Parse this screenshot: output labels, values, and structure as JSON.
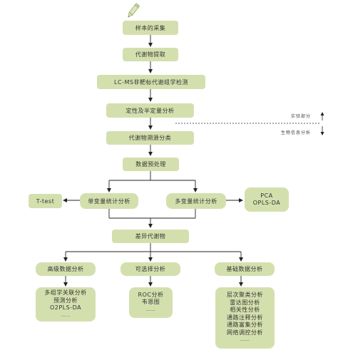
{
  "flow": {
    "sampling": "样本的采集",
    "extraction": "代谢物提取",
    "lcms": "LC-MS非靶标代谢组学检测",
    "quant": "定性及半定量分析",
    "source": "代谢物溯源分类",
    "preprocess": "数据预处理",
    "univariate": "单变量统计分析",
    "multivariate": "多变量统计分析",
    "ttest": "T-test",
    "pca": [
      "PCA",
      "OPLS-DA"
    ],
    "diff": "差异代谢物",
    "advanced": "高级数据分析",
    "optional": "可选择分析",
    "basic": "基础数据分析",
    "advanced_items": [
      "多组学关联分析",
      "预测分析",
      "O2PLS-DA",
      "……"
    ],
    "optional_items": [
      "ROC分析",
      "韦恩图",
      "……"
    ],
    "basic_items": [
      "层次聚类分析",
      "雷达图分析",
      "相关性分析",
      "通路注释分析",
      "通路富集分析",
      "网络调控分析",
      "……"
    ]
  },
  "side": {
    "experiment": "实验部分",
    "bioinfo": "生物信息分析"
  },
  "colors": {
    "box_fill": "#d4dfae",
    "line": "#222222"
  }
}
